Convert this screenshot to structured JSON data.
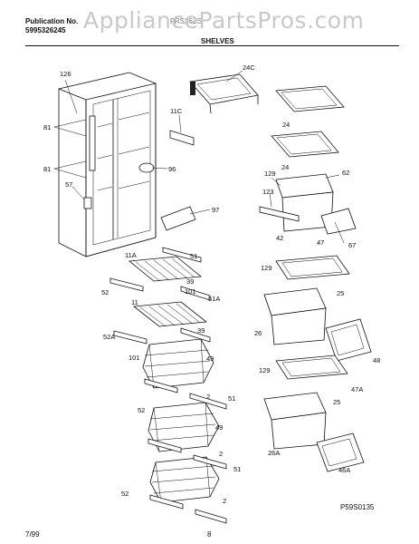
{
  "header": {
    "publication_label": "Publication No.",
    "publication_number": "5995326245",
    "model_text": "FRS26ZS",
    "section_title": "SHELVES"
  },
  "watermark": "AppliancePartsPros.com",
  "footer": {
    "date": "7/99",
    "page_number": "8",
    "diagram_code": "P59S0135"
  },
  "callouts": [
    "126",
    "81",
    "81",
    "57",
    "96",
    "97",
    "11C",
    "24C",
    "24",
    "24",
    "129",
    "62",
    "123",
    "42",
    "67",
    "11A",
    "51",
    "52",
    "39",
    "11",
    "101",
    "51A",
    "39",
    "52A",
    "101",
    "47",
    "129",
    "25",
    "26",
    "48",
    "129",
    "25",
    "47A",
    "49",
    "2",
    "51",
    "52",
    "49",
    "2",
    "26A",
    "46A",
    "51",
    "52",
    "2"
  ]
}
